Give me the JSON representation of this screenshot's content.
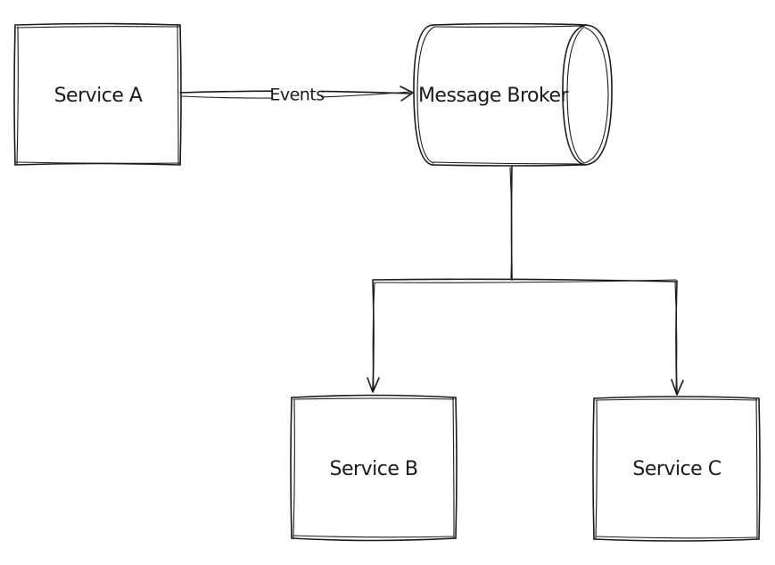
{
  "diagram": {
    "nodes": {
      "service_a": {
        "label": "Service A"
      },
      "message_broker": {
        "label": "Message Broker"
      },
      "service_b": {
        "label": "Service B"
      },
      "service_c": {
        "label": "Service C"
      }
    },
    "edges": {
      "a_to_broker": {
        "label": "Events"
      }
    }
  }
}
